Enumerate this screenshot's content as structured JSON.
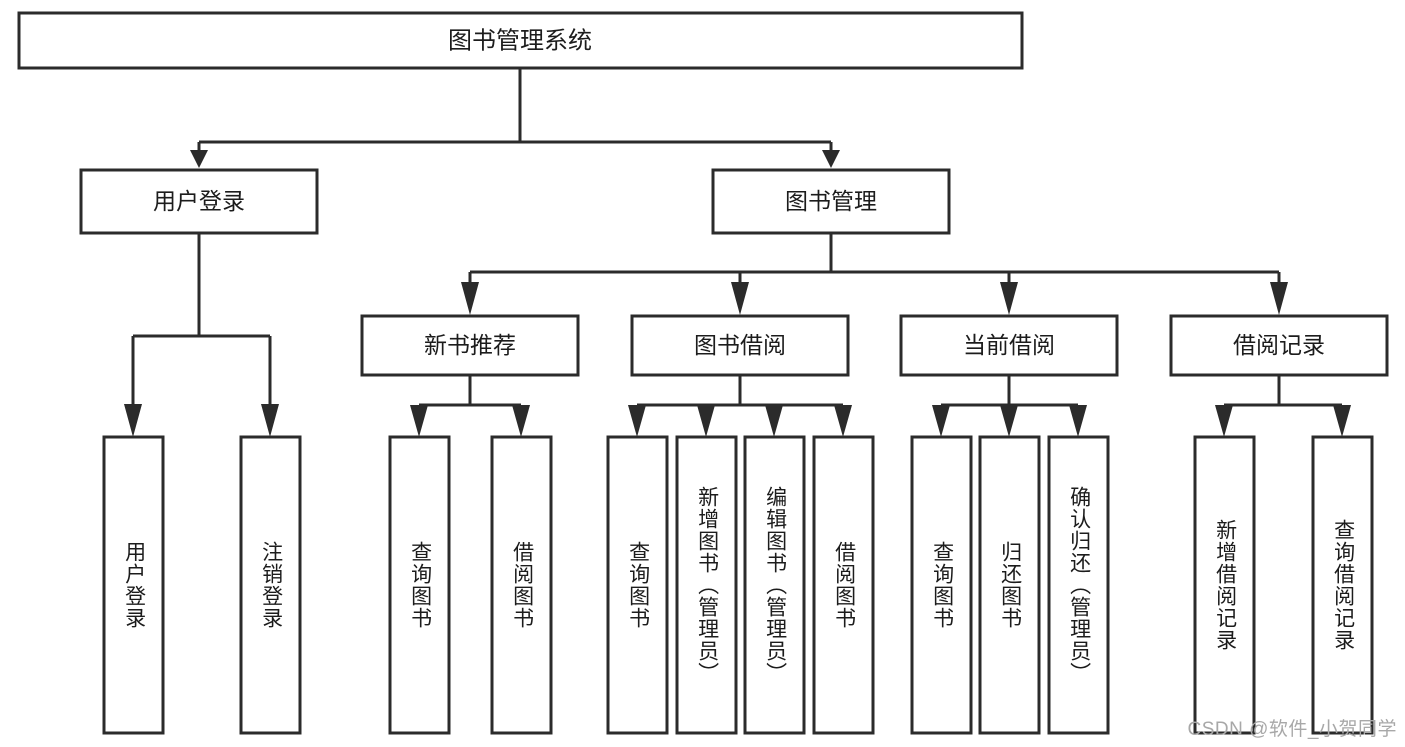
{
  "diagram": {
    "title": "图书管理系统",
    "watermark": "CSDN @软件_小贺同学",
    "type": "tree-hierarchy-diagram",
    "orientation": "top-down",
    "colors": {
      "box_fill": "#ffffff",
      "box_stroke": "#2b2b2b",
      "text": "#1c1c1c",
      "watermark": "#a8a8a8",
      "background": "#ffffff"
    },
    "root": {
      "id": "root",
      "label": "图书管理系统",
      "level": 1,
      "orientation": "horizontal"
    },
    "level2": [
      {
        "id": "user-login",
        "label": "用户登录",
        "level": 2,
        "orientation": "horizontal"
      },
      {
        "id": "book-management",
        "label": "图书管理",
        "level": 2,
        "orientation": "horizontal"
      }
    ],
    "level3": [
      {
        "id": "new-book-recommend",
        "label": "新书推荐",
        "level": 3,
        "parent": "book-management",
        "orientation": "horizontal"
      },
      {
        "id": "book-borrow",
        "label": "图书借阅",
        "level": 3,
        "parent": "book-management",
        "orientation": "horizontal"
      },
      {
        "id": "current-borrow",
        "label": "当前借阅",
        "level": 3,
        "parent": "book-management",
        "orientation": "horizontal"
      },
      {
        "id": "borrow-record",
        "label": "借阅记录",
        "level": 3,
        "parent": "book-management",
        "orientation": "horizontal"
      }
    ],
    "leaves": [
      {
        "id": "leaf-user-login",
        "label": "用户登录",
        "parent": "user-login",
        "orientation": "vertical"
      },
      {
        "id": "leaf-logout",
        "label": "注销登录",
        "parent": "user-login",
        "orientation": "vertical"
      },
      {
        "id": "leaf-query-book-1",
        "label": "查询图书",
        "parent": "new-book-recommend",
        "orientation": "vertical"
      },
      {
        "id": "leaf-borrow-book-1",
        "label": "借阅图书",
        "parent": "new-book-recommend",
        "orientation": "vertical"
      },
      {
        "id": "leaf-query-book-2",
        "label": "查询图书",
        "parent": "book-borrow",
        "orientation": "vertical"
      },
      {
        "id": "leaf-add-book",
        "label": "新增图书（管理员）",
        "parent": "book-borrow",
        "orientation": "vertical"
      },
      {
        "id": "leaf-edit-book",
        "label": "编辑图书（管理员）",
        "parent": "book-borrow",
        "orientation": "vertical"
      },
      {
        "id": "leaf-borrow-book-2",
        "label": "借阅图书",
        "parent": "book-borrow",
        "orientation": "vertical"
      },
      {
        "id": "leaf-query-book-3",
        "label": "查询图书",
        "parent": "current-borrow",
        "orientation": "vertical"
      },
      {
        "id": "leaf-return-book",
        "label": "归还图书",
        "parent": "current-borrow",
        "orientation": "vertical"
      },
      {
        "id": "leaf-confirm-return",
        "label": "确认归还（管理员）",
        "parent": "current-borrow",
        "orientation": "vertical"
      },
      {
        "id": "leaf-add-record",
        "label": "新增借阅记录",
        "parent": "borrow-record",
        "orientation": "vertical"
      },
      {
        "id": "leaf-query-record",
        "label": "查询借阅记录",
        "parent": "borrow-record",
        "orientation": "vertical"
      }
    ]
  }
}
